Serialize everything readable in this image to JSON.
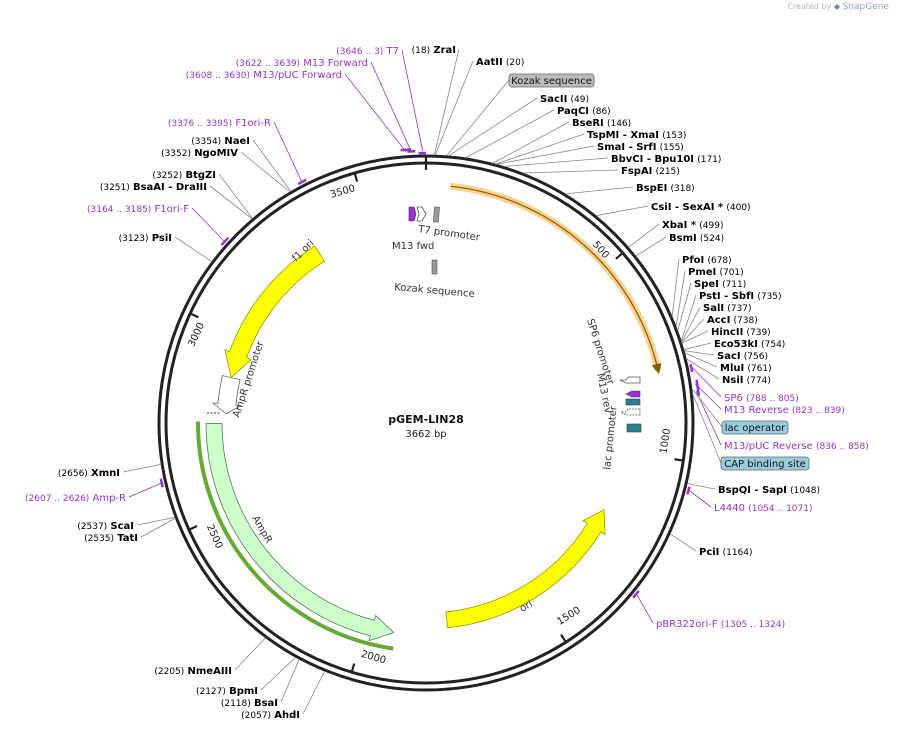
{
  "watermark": {
    "prefix": "Created by",
    "brand": "SnapGene"
  },
  "plasmid": {
    "name": "pGEM-LIN28",
    "size": "3662 bp",
    "length": 3662
  },
  "colors": {
    "backbone": "#222222",
    "leader": "#888888",
    "enzyme_text": "#000000",
    "primer": "#9933cc",
    "f1_ori": "#ffff00",
    "ori": "#ffff00",
    "ampr": "#ccffcc",
    "ampr_border": "#339933",
    "orf_highlight": "#f5b041",
    "feature_box": "#99ccdd",
    "kozak_box": "#bbbbbb"
  },
  "scale_labels": [
    "500",
    "1000",
    "1500",
    "2000",
    "2500",
    "3000",
    "3500"
  ],
  "enzymes": [
    {
      "name": "ZraI",
      "pos": "(18)"
    },
    {
      "name": "AatII",
      "pos": "(20)"
    },
    {
      "name": "SacII",
      "pos": "(49)"
    },
    {
      "name": "PaqCI",
      "pos": "(86)"
    },
    {
      "name": "BseRI",
      "pos": "(146)"
    },
    {
      "name": "TspMI  -  XmaI",
      "pos": "(153)"
    },
    {
      "name": "SmaI  -  SrfI",
      "pos": "(155)"
    },
    {
      "name": "BbvCI  -  Bpu10I",
      "pos": "(171)"
    },
    {
      "name": "FspAI",
      "pos": "(215)"
    },
    {
      "name": "BspEI",
      "pos": "(318)"
    },
    {
      "name": "CsiI  -  SexAI *",
      "pos": "(400)"
    },
    {
      "name": "XbaI *",
      "pos": "(499)"
    },
    {
      "name": "BsmI",
      "pos": "(524)"
    },
    {
      "name": "PfoI",
      "pos": "(678)"
    },
    {
      "name": "PmeI",
      "pos": "(701)"
    },
    {
      "name": "SpeI",
      "pos": "(711)"
    },
    {
      "name": "PstI  -  SbfI",
      "pos": "(735)"
    },
    {
      "name": "SalI",
      "pos": "(737)"
    },
    {
      "name": "AccI",
      "pos": "(738)"
    },
    {
      "name": "HincII",
      "pos": "(739)"
    },
    {
      "name": "Eco53kI",
      "pos": "(754)"
    },
    {
      "name": "SacI",
      "pos": "(756)"
    },
    {
      "name": "MluI",
      "pos": "(761)"
    },
    {
      "name": "NsiI",
      "pos": "(774)"
    },
    {
      "name": "BspQI  -  SapI",
      "pos": "(1048)"
    },
    {
      "name": "PciI",
      "pos": "(1164)"
    },
    {
      "name": "AhdI",
      "pos": "(2057)"
    },
    {
      "name": "BsaI",
      "pos": "(2118)"
    },
    {
      "name": "BpmI",
      "pos": "(2127)"
    },
    {
      "name": "NmeAIII",
      "pos": "(2205)"
    },
    {
      "name": "TatI",
      "pos": "(2535)"
    },
    {
      "name": "ScaI",
      "pos": "(2537)"
    },
    {
      "name": "XmnI",
      "pos": "(2656)"
    },
    {
      "name": "PsiI",
      "pos": "(3123)"
    },
    {
      "name": "BsaAI  -  DraIII",
      "pos": "(3251)"
    },
    {
      "name": "BtgZI",
      "pos": "(3252)"
    },
    {
      "name": "NgoMIV",
      "pos": "(3352)"
    },
    {
      "name": "NaeI",
      "pos": "(3354)"
    }
  ],
  "primers": [
    {
      "name": "T7",
      "range": "(3646 .. 3)"
    },
    {
      "name": "M13 Forward",
      "range": "(3622 .. 3639)"
    },
    {
      "name": "M13/pUC Forward",
      "range": "(3608 .. 3630)"
    },
    {
      "name": "F1ori-R",
      "range": "(3376 .. 3395)"
    },
    {
      "name": "F1ori-F",
      "range": "(3164 .. 3185)"
    },
    {
      "name": "SP6",
      "range": "(788 .. 805)"
    },
    {
      "name": "M13 Reverse",
      "range": "(823 .. 839)"
    },
    {
      "name": "M13/pUC Reverse",
      "range": "(836 .. 858)"
    },
    {
      "name": "L4440",
      "range": "(1054 .. 1071)"
    },
    {
      "name": "pBR322ori-F",
      "range": "(1305 .. 1324)"
    },
    {
      "name": "Amp-R",
      "range": "(2607 .. 2626)"
    }
  ],
  "boxed_features": [
    "Kozak sequence",
    "lac operator",
    "CAP binding site"
  ],
  "features": {
    "f1_ori": "f1 ori",
    "ampr_promoter": "AmpR promoter",
    "ampr": "AmpR",
    "ori": "ori",
    "t7_promoter": "T7 promoter",
    "m13_fwd": "M13 fwd",
    "kozak_inner": "Kozak sequence",
    "sp6_promoter": "SP6 promoter",
    "m13_rev": "M13 rev",
    "lac_promoter": "lac promoter"
  }
}
